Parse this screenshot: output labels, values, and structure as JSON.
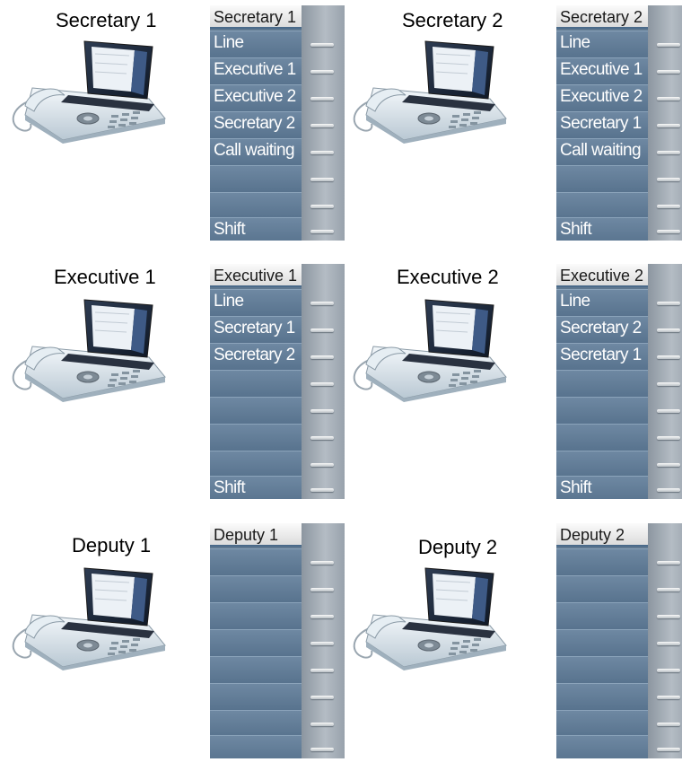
{
  "colors": {
    "panel_blue": "#5f7890",
    "panel_header": "#e8e8e8",
    "phone_body": "#dfe8ee",
    "phone_screen": "#1c2a40"
  },
  "units": [
    {
      "title": "Secretary 1",
      "panel_title": "Secretary 1",
      "keys": [
        "Line",
        "Executive 1",
        "Executive 2",
        "Secretary 2",
        "Call waiting",
        "",
        "",
        "Shift"
      ]
    },
    {
      "title": "Secretary 2",
      "panel_title": "Secretary 2",
      "keys": [
        "Line",
        "Executive 1",
        "Executive 2",
        "Secretary 1",
        "Call waiting",
        "",
        "",
        "Shift"
      ]
    },
    {
      "title": "Executive 1",
      "panel_title": "Executive 1",
      "keys": [
        "Line",
        "Secretary 1",
        "Secretary 2",
        "",
        "",
        "",
        "",
        "Shift"
      ]
    },
    {
      "title": "Executive 2",
      "panel_title": "Executive 2",
      "keys": [
        "Line",
        "Secretary 2",
        "Secretary 1",
        "",
        "",
        "",
        "",
        "Shift"
      ]
    },
    {
      "title": "Deputy 1",
      "panel_title": "Deputy 1",
      "keys": [
        "",
        "",
        "",
        "",
        "",
        "",
        "",
        ""
      ]
    },
    {
      "title": "Deputy 2",
      "panel_title": "Deputy 2",
      "keys": [
        "",
        "",
        "",
        "",
        "",
        "",
        "",
        ""
      ]
    }
  ]
}
